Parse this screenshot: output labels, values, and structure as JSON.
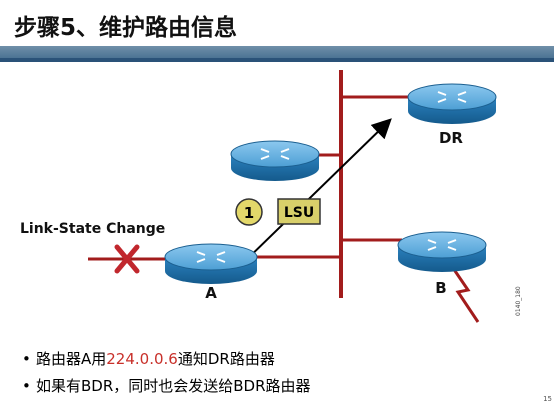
{
  "title": "步骤5、维护路由信息",
  "labels": {
    "link_state_change": "Link-State Change",
    "dr": "DR",
    "a": "A",
    "b": "B",
    "step_number": "1",
    "lsu": "LSU",
    "figure_id": "0140_180"
  },
  "bullets": [
    {
      "prefix": "路由器A用",
      "highlight": "224.0.0.6",
      "suffix": "通知DR路由器"
    },
    {
      "prefix": "如果有BDR，同时也会发送给BDR路由器",
      "highlight": "",
      "suffix": ""
    }
  ],
  "corner_mark": "15",
  "colors": {
    "link": "#a21c1c",
    "router_top": "#5aa6d8",
    "router_side": "#1f6fa8",
    "failure_x": "#c1272d",
    "step_circle": "#e3d86a",
    "lsu_box": "#d8cf6a"
  },
  "icons": [
    "router-icon",
    "failure-x-icon",
    "serial-link-icon"
  ]
}
